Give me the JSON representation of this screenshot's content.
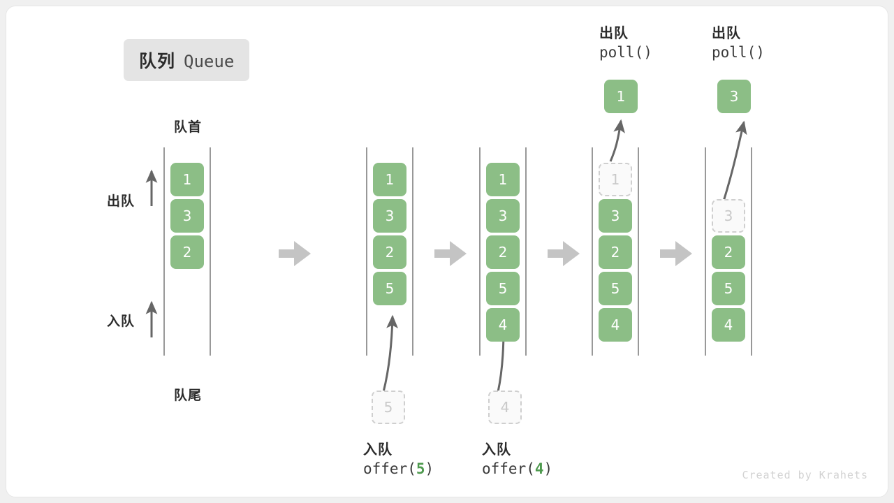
{
  "title": {
    "cn": "队列",
    "en": "Queue"
  },
  "labels": {
    "front": "队首",
    "rear": "队尾",
    "dequeue": "出队",
    "enqueue": "入队"
  },
  "watermark": "Created by Krahets",
  "colors": {
    "cell_fill": "#8cbe86",
    "cell_text": "#ffffff",
    "ghost_fill": "#fafafa",
    "ghost_border": "#cfcfcf",
    "ghost_text": "#c9c9c9",
    "rail": "#555555",
    "arrow": "#666666",
    "step_arrow": "#c4c4c4",
    "badge_bg": "#e4e4e4",
    "accent_green": "#4e9a4e",
    "card_bg": "#ffffff",
    "page_bg": "#f0f0f0"
  },
  "columns": [
    {
      "id": "state-initial",
      "cells": [
        "1",
        "3",
        "2"
      ],
      "ghost_top": null,
      "ghost_bottom": null
    },
    {
      "id": "state-after-offer-5",
      "cells": [
        "1",
        "3",
        "2",
        "5"
      ],
      "ghost_top": null,
      "ghost_bottom": "5"
    },
    {
      "id": "state-after-offer-4",
      "cells": [
        "1",
        "3",
        "2",
        "5",
        "4"
      ],
      "ghost_top": null,
      "ghost_bottom": "4"
    },
    {
      "id": "state-after-poll-1",
      "cells": [
        "3",
        "2",
        "5",
        "4"
      ],
      "ghost_top": "1",
      "ghost_bottom": null,
      "popped": "1"
    },
    {
      "id": "state-after-poll-3",
      "cells": [
        "2",
        "5",
        "4"
      ],
      "ghost_top": "3",
      "ghost_bottom": null,
      "popped": "3"
    }
  ],
  "operations": {
    "offer_5": {
      "cn": "入队",
      "code_prefix": "offer(",
      "arg": "5",
      "code_suffix": ")"
    },
    "offer_4": {
      "cn": "入队",
      "code_prefix": "offer(",
      "arg": "4",
      "code_suffix": ")"
    },
    "poll_1": {
      "cn": "出队",
      "code": "poll()",
      "result": "1"
    },
    "poll_3": {
      "cn": "出队",
      "code": "poll()",
      "result": "3"
    }
  }
}
